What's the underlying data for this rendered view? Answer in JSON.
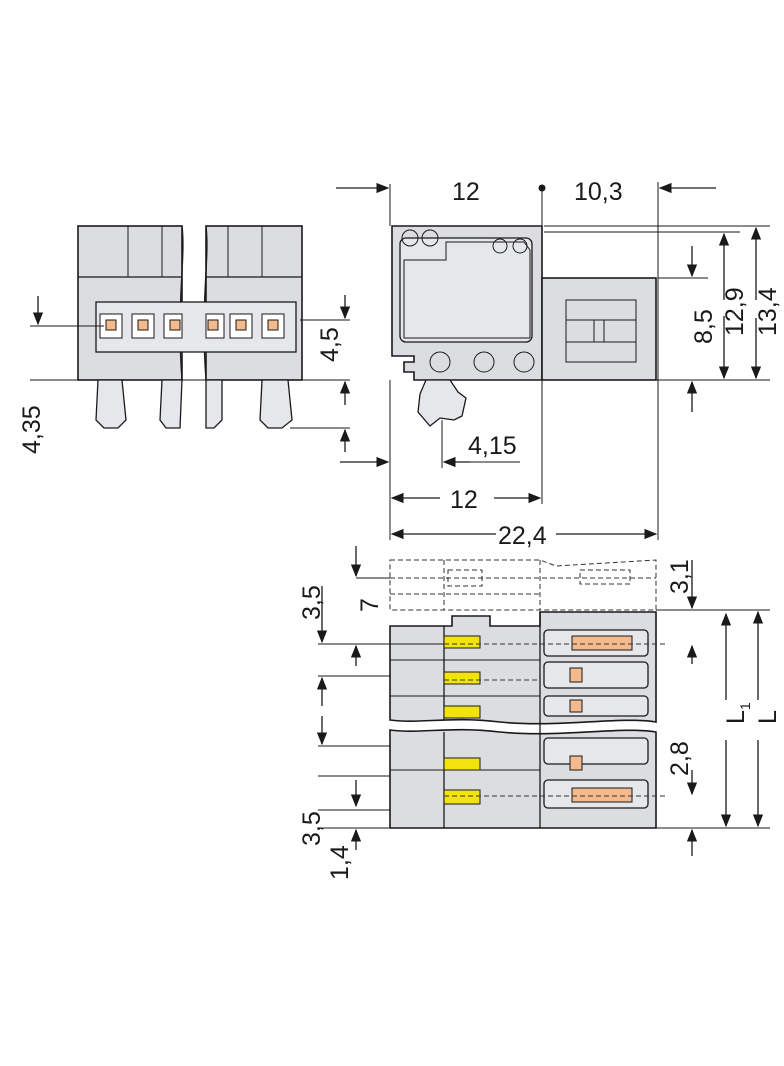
{
  "drawing": {
    "dimensions": {
      "d_12_top": "12",
      "d_10_3": "10,3",
      "d_8_5": "8,5",
      "d_12_9": "12,9",
      "d_13_4": "13,4",
      "d_4_5": "4,5",
      "d_4_35": "4,35",
      "d_4_15": "4,15",
      "d_12_bottom": "12",
      "d_22_4": "22,4",
      "d_3_5_top": "3,5",
      "d_7": "7",
      "d_3_1": "3,1",
      "d_L1": "L",
      "d_L1_sub": "1",
      "d_L": "L",
      "d_2_8": "2,8",
      "d_3_5_bottom": "3,5",
      "d_1_4": "1,4"
    },
    "colors": {
      "housing": "#dcdde0",
      "latch_yellow": "#f3e30c",
      "contact_orange": "#f4b98c",
      "line": "#1a1a1a"
    }
  }
}
